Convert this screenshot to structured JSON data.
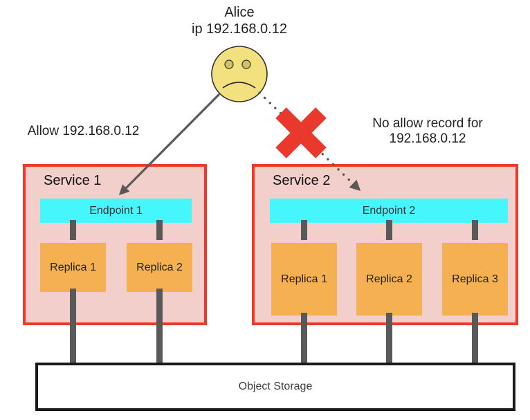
{
  "colors": {
    "service-fill": "#f2cfca",
    "service-border": "#f0382b",
    "endpoint-fill": "#45f7fd",
    "replica-fill": "#f5b051",
    "face-fill": "#f2e17e",
    "face-stroke": "#2f2f2f",
    "eye-fill": "#d2c266",
    "line-gray": "#595959",
    "x-red": "#e8392c",
    "storage-border": "#1a1a1a",
    "storage-fill": "#ffffff",
    "text-dark": "#1f1f1f",
    "inner-text": "#333333",
    "storage-text": "#3d3d3d"
  },
  "actor": {
    "name": "Alice",
    "ip": "ip 192.168.0.12"
  },
  "annotations": {
    "allow_label": "Allow 192.168.0.12",
    "deny_line1": "No allow record for",
    "deny_line2": "192.168.0.12"
  },
  "services": [
    {
      "name": "Service 1",
      "endpoint": "Endpoint 1",
      "replicas": [
        "Replica 1",
        "Replica 2"
      ]
    },
    {
      "name": "Service 2",
      "endpoint": "Endpoint 2",
      "replicas": [
        "Replica 1",
        "Replica 2",
        "Replica 3"
      ]
    }
  ],
  "storage": {
    "label": "Object Storage"
  }
}
